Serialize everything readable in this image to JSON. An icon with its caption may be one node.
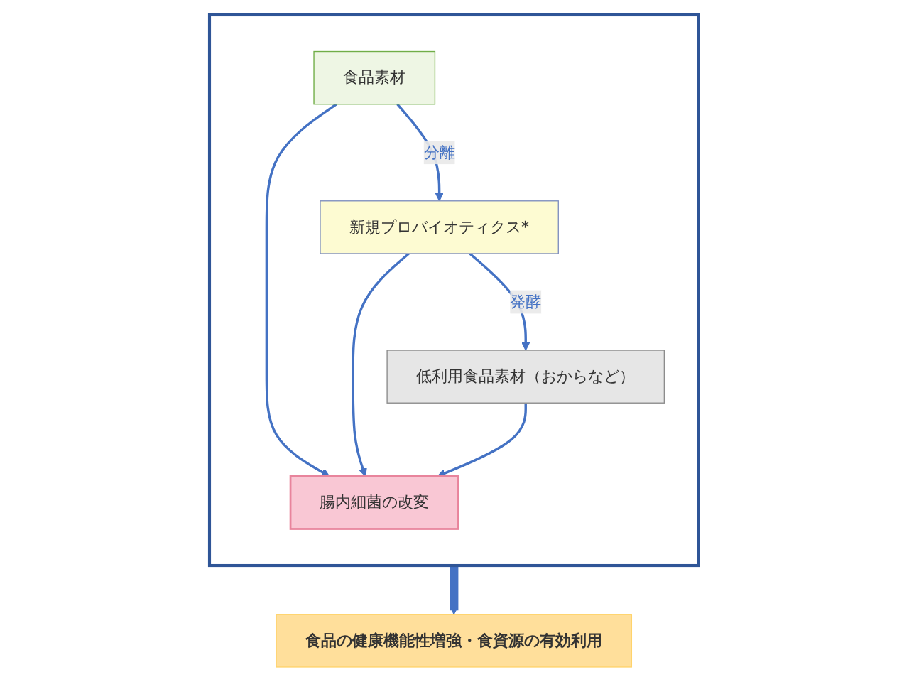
{
  "diagram": {
    "nodes": [
      {
        "text": [],
        "shape": "box"
      },
      {
        "text": [
          "食品素材"
        ],
        "in": 0
      },
      {
        "text": [
          "新規プロバイオティクス*"
        ],
        "in": 0
      },
      {
        "text": [
          "低利用食品素材（おからなど）"
        ],
        "in": 0
      },
      {
        "text": [
          "腸内細菌の改変"
        ],
        "in": 0
      },
      {
        "text": [
          "食品の健康機能性増強・食資源の有効利用"
        ]
      }
    ],
    "edges": [
      {
        "from": 1,
        "to": 2,
        "arrow": "to",
        "label": "分離"
      },
      {
        "from": 2,
        "to": 3,
        "arrow": "to",
        "label": "発酵"
      },
      {
        "from": 1,
        "to": 4,
        "arrow": "to"
      },
      {
        "from": 2,
        "to": 4,
        "arrow": "to"
      },
      {
        "from": 3,
        "to": 4,
        "arrow": "to"
      },
      {
        "from": 0,
        "to": 5,
        "arrow": "to",
        "style": "thick"
      }
    ]
  }
}
